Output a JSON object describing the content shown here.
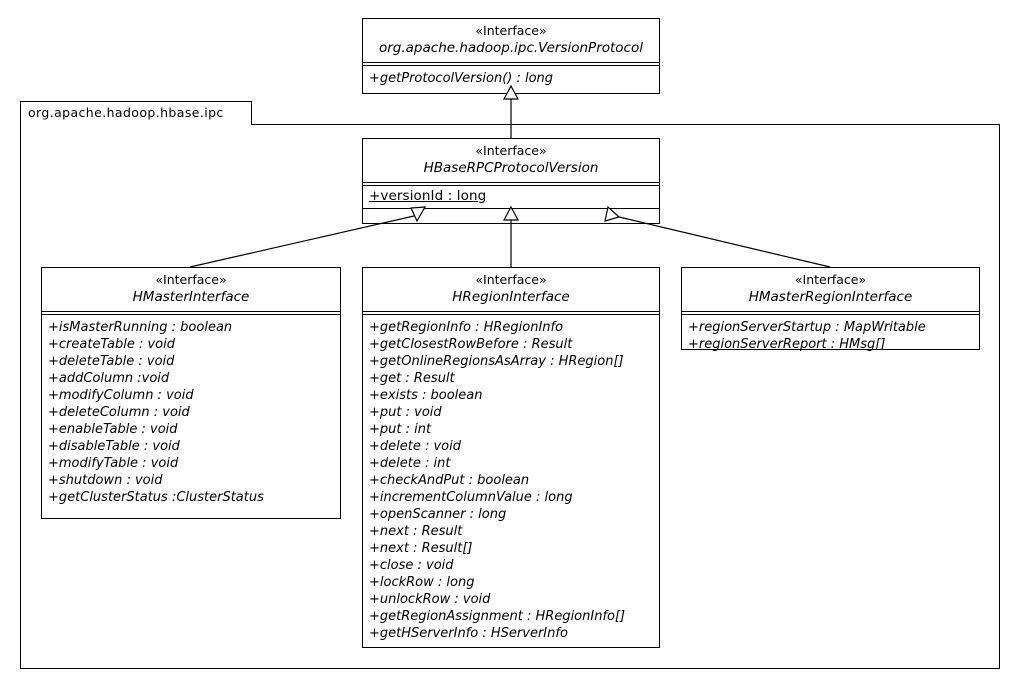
{
  "diagram": {
    "type": "uml-class-diagram",
    "package": {
      "name": "org.apache.hadoop.hbase.ipc"
    },
    "classes": [
      {
        "id": "versionProtocol",
        "stereotype": "«Interface»",
        "name": "org.apache.hadoop.ipc.VersionProtocol",
        "members": [
          "+getProtocolVersion() : long"
        ]
      },
      {
        "id": "hbaseRpcProtocolVersion",
        "stereotype": "«Interface»",
        "name": "HBaseRPCProtocolVersion",
        "attributes": [
          "+versionId : long"
        ],
        "members": []
      },
      {
        "id": "hmasterInterface",
        "stereotype": "«Interface»",
        "name": "HMasterInterface",
        "members": [
          "+isMasterRunning : boolean",
          "+createTable : void",
          "+deleteTable : void",
          "+addColumn :void",
          "+modifyColumn : void",
          "+deleteColumn : void",
          "+enableTable : void",
          "+disableTable : void",
          "+modifyTable : void",
          "+shutdown : void",
          "+getClusterStatus :ClusterStatus"
        ]
      },
      {
        "id": "hregionInterface",
        "stereotype": "«Interface»",
        "name": "HRegionInterface",
        "members": [
          "+getRegionInfo : HRegionInfo",
          "+getClosestRowBefore : Result",
          "+getOnlineRegionsAsArray : HRegion[]",
          "+get : Result",
          "+exists : boolean",
          "+put : void",
          "+put : int",
          "+delete : void",
          "+delete : int",
          "+checkAndPut : boolean",
          "+incrementColumnValue : long",
          "+openScanner : long",
          "+next : Result",
          "+next : Result[]",
          "+close : void",
          "+lockRow : long",
          "+unlockRow : void",
          "+getRegionAssignment : HRegionInfo[]",
          "+getHServerInfo : HServerInfo"
        ]
      },
      {
        "id": "hmasterRegionInterface",
        "stereotype": "«Interface»",
        "name": "HMasterRegionInterface",
        "members": [
          "+regionServerStartup : MapWritable",
          "+regionServerReport : HMsg[]"
        ]
      }
    ],
    "relations": [
      {
        "type": "generalization",
        "from": "hbaseRpcProtocolVersion",
        "to": "versionProtocol"
      },
      {
        "type": "generalization",
        "from": "hmasterInterface",
        "to": "hbaseRpcProtocolVersion"
      },
      {
        "type": "generalization",
        "from": "hregionInterface",
        "to": "hbaseRpcProtocolVersion"
      },
      {
        "type": "generalization",
        "from": "hmasterRegionInterface",
        "to": "hbaseRpcProtocolVersion"
      }
    ],
    "colors": {
      "stroke": "#000000",
      "fill": "#ffffff"
    }
  }
}
